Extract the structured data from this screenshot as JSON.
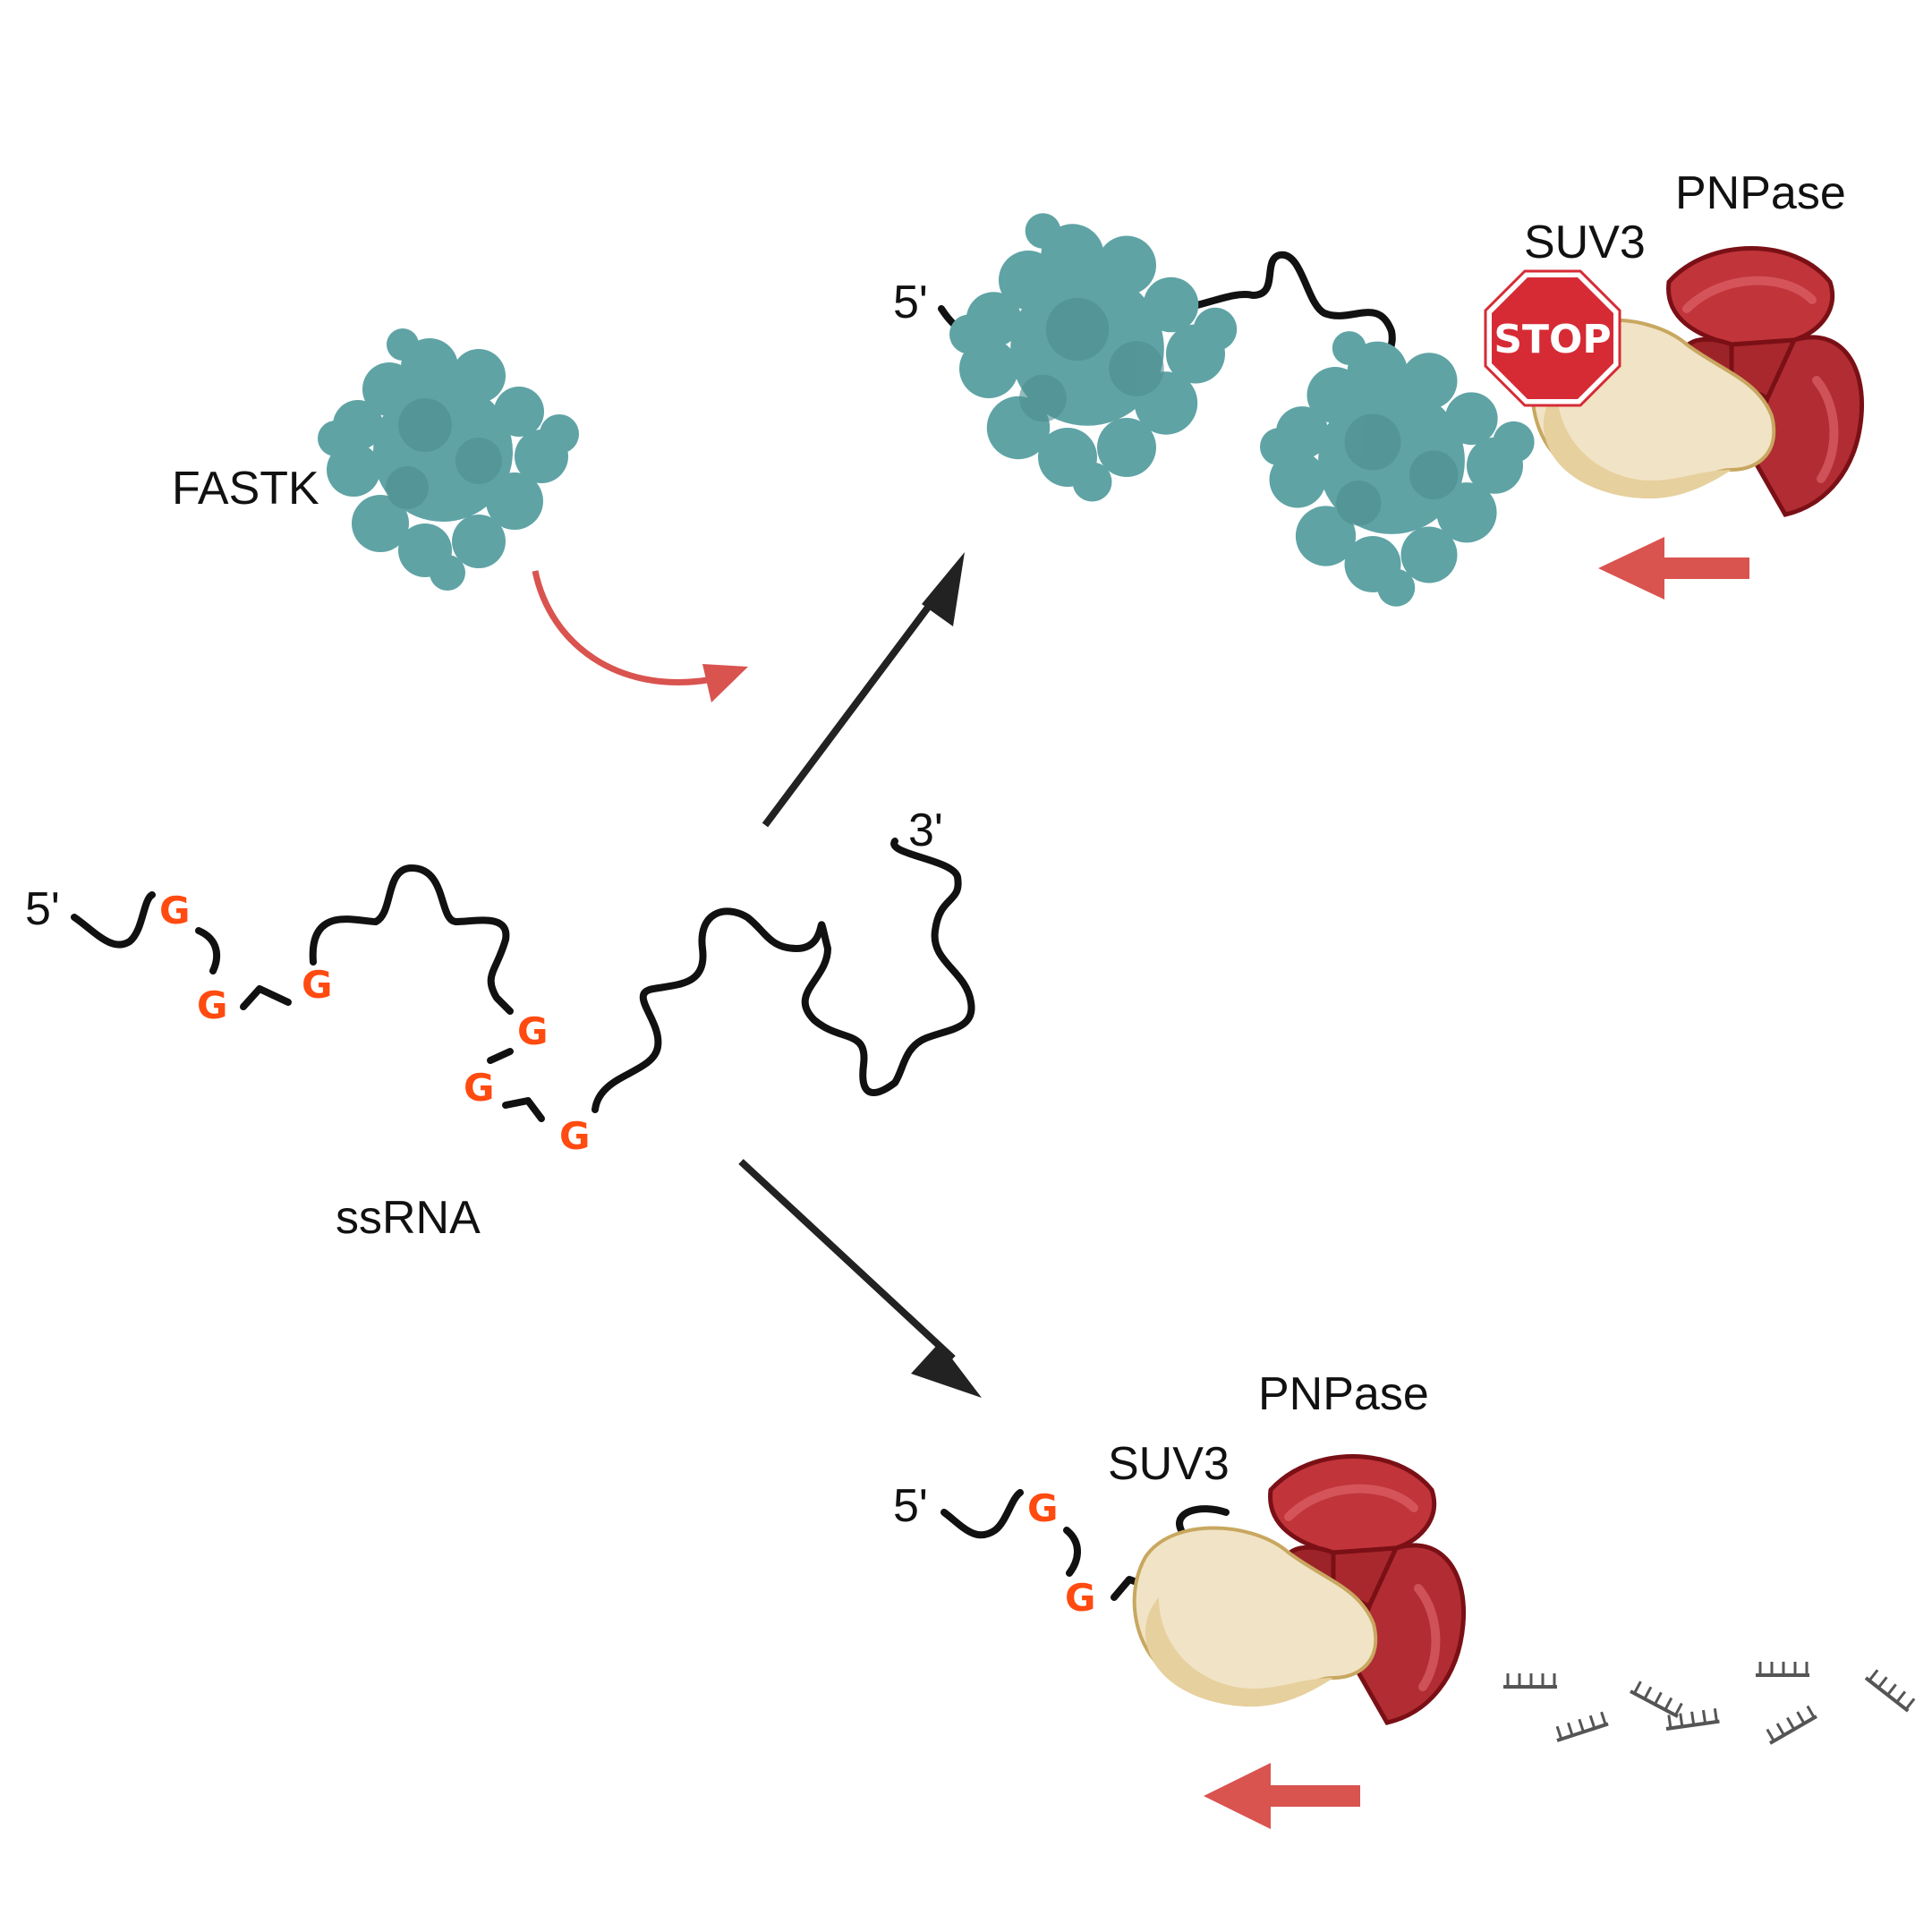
{
  "labels": {
    "fastk": "FASTK",
    "ssrna": "ssRNA",
    "five_prime": "5'",
    "three_prime": "3'",
    "g_base": "G",
    "suv3": "SUV3",
    "pnpase": "PNPase",
    "stop": "STOP"
  },
  "colors": {
    "fastk_protein": "#5fa3a5",
    "g_base": "#ff4a10",
    "pnpase": "#c0343a",
    "suv3": "#f1e3c5",
    "flow_arrow": "#d9534f",
    "stop_sign": "#d62b35",
    "rna": "#111111"
  },
  "icons": {
    "protein": "fastk-protein-icon",
    "pnpase": "pnpase-complex-icon",
    "suv3": "suv3-helicase-icon",
    "stop": "stop-sign-icon",
    "fragments": "nucleotide-fragment-icon"
  }
}
